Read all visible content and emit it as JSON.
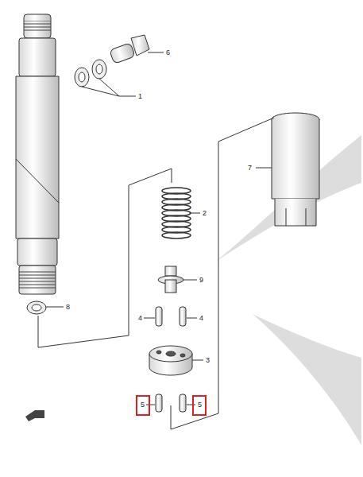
{
  "diagram": {
    "labels": [
      "6",
      "1",
      "7",
      "2",
      "9",
      "8",
      "4",
      "4",
      "3",
      "5",
      "5"
    ]
  }
}
